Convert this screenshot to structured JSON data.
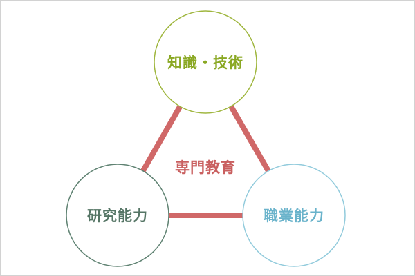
{
  "diagram": {
    "center_label": "専門教育",
    "center_label_color": "#c95f5f",
    "connector_color": "#d06868",
    "nodes": [
      {
        "label": "知識・技術",
        "color": "#8aa823",
        "stroke": "#9fb63e"
      },
      {
        "label": "研究能力",
        "color": "#557565",
        "stroke": "#5f8272"
      },
      {
        "label": "職業能力",
        "color": "#6ab3cb",
        "stroke": "#92cbdc"
      }
    ]
  }
}
